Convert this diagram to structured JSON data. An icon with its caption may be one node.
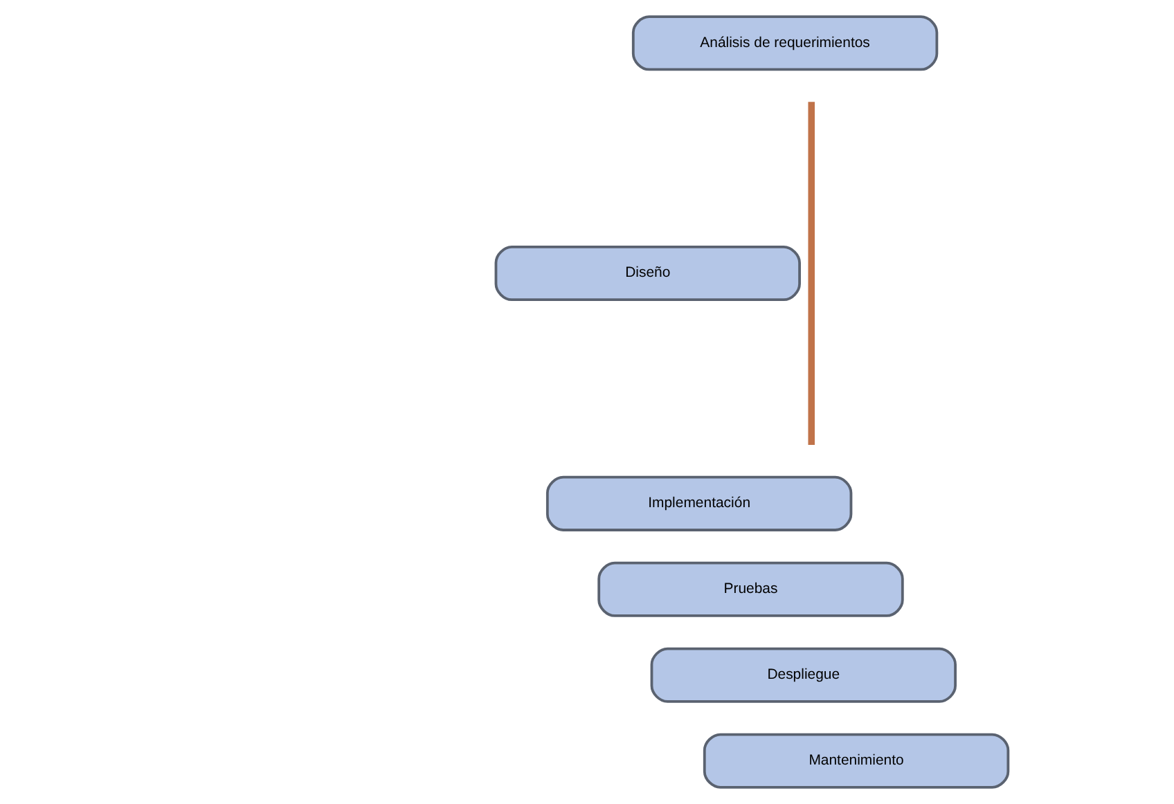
{
  "diagram": {
    "nodes": [
      {
        "text": [
          "Análisis de requerimientos"
        ]
      },
      {
        "text": [
          "Diseño"
        ]
      },
      {
        "text": [
          "Implementación"
        ]
      },
      {
        "text": [
          "Pruebas"
        ]
      },
      {
        "text": [
          "Despliegue"
        ]
      },
      {
        "text": [
          "Mantenimiento"
        ]
      },
      {
        "text": [],
        "shape": "bar"
      }
    ]
  }
}
